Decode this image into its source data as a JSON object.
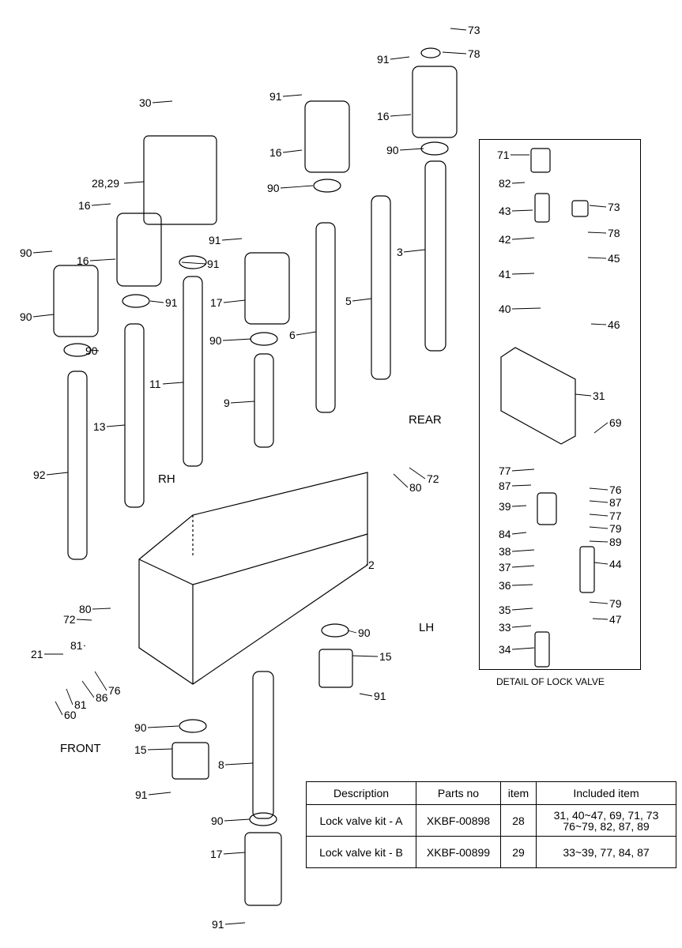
{
  "callouts": [
    {
      "text": "73"
    },
    {
      "text": "78"
    },
    {
      "text": "91"
    },
    {
      "text": "16"
    },
    {
      "text": "90"
    },
    {
      "text": "91"
    },
    {
      "text": "16"
    },
    {
      "text": "30"
    },
    {
      "text": "90"
    },
    {
      "text": "28,29"
    },
    {
      "text": "3"
    },
    {
      "text": "91"
    },
    {
      "text": "16"
    },
    {
      "text": "91"
    },
    {
      "text": "90"
    },
    {
      "text": "91"
    },
    {
      "text": "16"
    },
    {
      "text": "17"
    },
    {
      "text": "90"
    },
    {
      "text": "90"
    },
    {
      "text": "5"
    },
    {
      "text": "6"
    },
    {
      "text": "90"
    },
    {
      "text": "11"
    },
    {
      "text": "9"
    },
    {
      "text": "13"
    },
    {
      "text": "92"
    },
    {
      "text": "72"
    },
    {
      "text": "80"
    },
    {
      "text": "2"
    },
    {
      "text": "80"
    },
    {
      "text": "72"
    },
    {
      "text": "90"
    },
    {
      "text": "81"
    },
    {
      "text": "21"
    },
    {
      "text": "15"
    },
    {
      "text": "86"
    },
    {
      "text": "76"
    },
    {
      "text": "81"
    },
    {
      "text": "91"
    },
    {
      "text": "60"
    },
    {
      "text": "90"
    },
    {
      "text": "15"
    },
    {
      "text": "8"
    },
    {
      "text": "91"
    },
    {
      "text": "90"
    },
    {
      "text": "17"
    },
    {
      "text": "91"
    },
    {
      "text": "71"
    },
    {
      "text": "82"
    },
    {
      "text": "43"
    },
    {
      "text": "73"
    },
    {
      "text": "78"
    },
    {
      "text": "42"
    },
    {
      "text": "45"
    },
    {
      "text": "41"
    },
    {
      "text": "40"
    },
    {
      "text": "46"
    },
    {
      "text": "31"
    },
    {
      "text": "69"
    },
    {
      "text": "77"
    },
    {
      "text": "76"
    },
    {
      "text": "87"
    },
    {
      "text": "87"
    },
    {
      "text": "39"
    },
    {
      "text": "77"
    },
    {
      "text": "84"
    },
    {
      "text": "79"
    },
    {
      "text": "89"
    },
    {
      "text": "38"
    },
    {
      "text": "37"
    },
    {
      "text": "44"
    },
    {
      "text": "36"
    },
    {
      "text": "79"
    },
    {
      "text": "35"
    },
    {
      "text": "47"
    },
    {
      "text": "33"
    },
    {
      "text": "34"
    }
  ],
  "directions": {
    "rear": "REAR",
    "rh": "RH",
    "lh": "LH",
    "front": "FRONT"
  },
  "detail": {
    "caption": "DETAIL OF LOCK VALVE"
  },
  "table": {
    "headers": [
      "Description",
      "Parts no",
      "item",
      "Included item"
    ],
    "rows": [
      {
        "description": "Lock valve kit - A",
        "parts_no": "XKBF-00898",
        "item": "28",
        "included_1": "31, 40~47, 69, 71, 73",
        "included_2": "76~79, 82, 87, 89"
      },
      {
        "description": "Lock valve kit - B",
        "parts_no": "XKBF-00899",
        "item": "29",
        "included_1": "33~39, 77, 84, 87",
        "included_2": ""
      }
    ]
  }
}
